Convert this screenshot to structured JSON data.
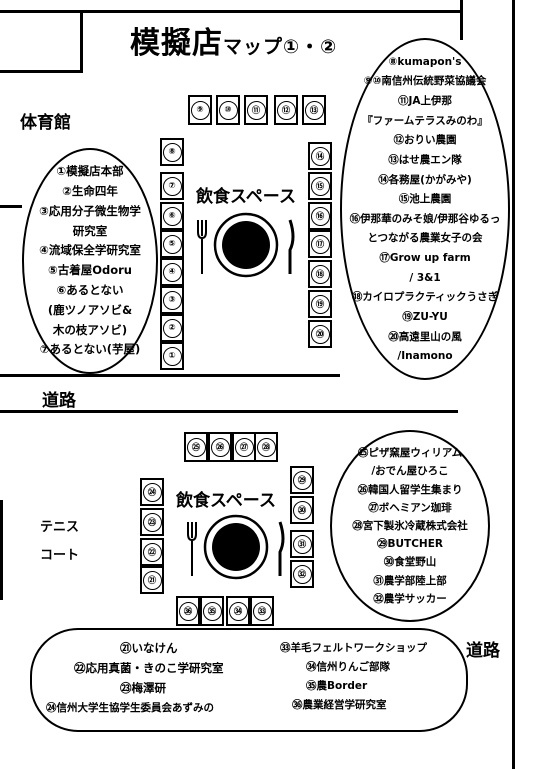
{
  "title_main": "模擬店",
  "title_sub": "マップ①・②",
  "labels": {
    "gym": "体育館",
    "road_mid": "道路",
    "road_right": "道路",
    "tennis_1": "テニス",
    "tennis_2": "コート",
    "food_space_1": "飲食スペース",
    "food_space_2": "飲食スペース"
  },
  "stalls": [
    "①",
    "②",
    "③",
    "④",
    "⑤",
    "⑥",
    "⑦",
    "⑧",
    "⑨",
    "⑩",
    "⑪",
    "⑫",
    "⑬",
    "⑭",
    "⑮",
    "⑯",
    "⑰",
    "⑱",
    "⑲",
    "⑳",
    "㉑",
    "㉒",
    "㉓",
    "㉔",
    "㉕",
    "㉖",
    "㉗",
    "㉘",
    "㉙",
    "㉚",
    "㉛",
    "㉜",
    "㉝",
    "㉞",
    "㉟",
    "㊱"
  ],
  "legend_left": [
    "①模擬店本部",
    "②生命四年",
    "③応用分子微生物学",
    "研究室",
    "④流域保全学研究室",
    "⑤古着屋Odoru",
    "⑥あるとない",
    "(鹿ツノアソビ&",
    "木の枝アソビ)",
    "⑦あるとない(芋屋)"
  ],
  "legend_right_top": [
    "⑧kumapon's",
    "⑨⑩南信州伝統野菜協議会",
    "⑪JA上伊那",
    "『ファームテラスみのわ』",
    "⑫おりい農園",
    "⑬はせ農エン隊",
    "⑭各務屋(かがみや)",
    "⑮池上農園",
    "⑯伊那華のみそ娘/伊那谷ゆるっ",
    "とつながる農業女子の会",
    "⑰Grow up farm",
    "/ 3&1",
    "⑱カイロプラクティックうさぎ",
    "⑲ZU-YU",
    "⑳高遠里山の風",
    "/Inamono"
  ],
  "legend_right_bottom": [
    "㉕ピザ窯屋ウィリアム",
    "/おでん屋ひろこ",
    "㉖韓国人留学生集まり",
    "㉗ボヘミアン珈琲",
    "㉘宮下製氷冷蔵株式会社",
    "㉙BUTCHER",
    "㉚食堂野山",
    "㉛農学部陸上部",
    "㉜農学サッカー"
  ],
  "legend_bottom_left": [
    "㉑いなけん",
    "㉒応用真菌・きのこ学研究室",
    "㉓梅澤研",
    "㉔信州大学生協学生委員会あずみの"
  ],
  "legend_bottom_right": [
    "㉝羊毛フェルトワークショップ",
    "㉞信州りんご部隊",
    "㉟農Border",
    "㊱農業経営学研究室"
  ]
}
